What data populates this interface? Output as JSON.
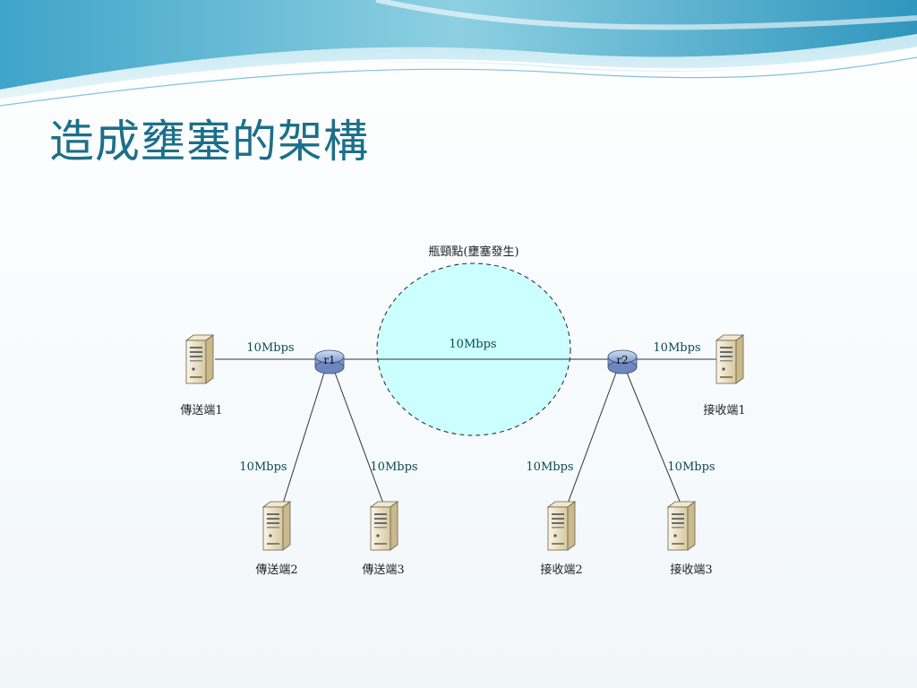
{
  "slide": {
    "title": "造成壅塞的架構"
  },
  "diagram": {
    "bottleneck_label": "瓶頸點(壅塞發生)",
    "routers": [
      {
        "label": "r1"
      },
      {
        "label": "r2"
      }
    ],
    "hosts": [
      {
        "id": "sender1",
        "label": "傳送端1"
      },
      {
        "id": "sender2",
        "label": "傳送端2"
      },
      {
        "id": "sender3",
        "label": "傳送端3"
      },
      {
        "id": "receiver1",
        "label": "接收端1"
      },
      {
        "id": "receiver2",
        "label": "接收端2"
      },
      {
        "id": "receiver3",
        "label": "接收端3"
      }
    ],
    "links": [
      {
        "from": "sender1",
        "to": "r1",
        "speed": "10Mbps"
      },
      {
        "from": "r1",
        "to": "r2",
        "speed": "10Mbps"
      },
      {
        "from": "r2",
        "to": "receiver1",
        "speed": "10Mbps"
      },
      {
        "from": "r1",
        "to": "sender2",
        "speed": "10Mbps"
      },
      {
        "from": "r1",
        "to": "sender3",
        "speed": "10Mbps"
      },
      {
        "from": "r2",
        "to": "receiver2",
        "speed": "10Mbps"
      },
      {
        "from": "r2",
        "to": "receiver3",
        "speed": "10Mbps"
      }
    ],
    "colors": {
      "title": "#1b6f8a",
      "bottleneck_fill": "#ccffff",
      "router_fill": "#9fb7e0",
      "server_body": "#e6dcc0"
    }
  }
}
